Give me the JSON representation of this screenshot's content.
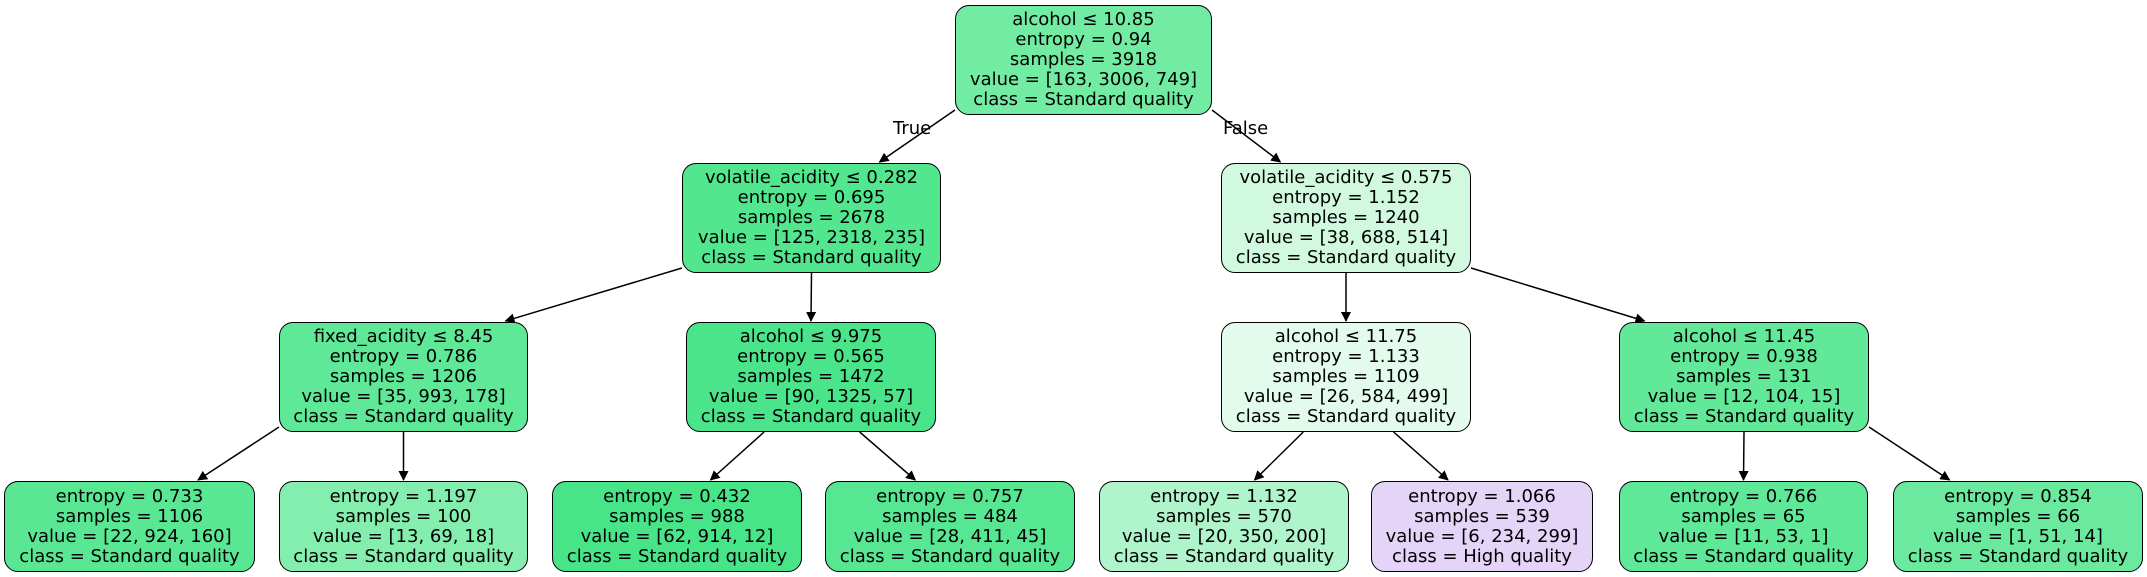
{
  "edge_labels": {
    "true_label": "True",
    "false_label": "False"
  },
  "nodes": [
    {
      "id": "n0",
      "fill": "#72ECA2",
      "lines": [
        "alcohol ≤ 10.85",
        "entropy = 0.94",
        "samples = 3918",
        "value = [163, 3006, 749]",
        "class = Standard quality"
      ]
    },
    {
      "id": "n1",
      "fill": "#52E68F",
      "lines": [
        "volatile_acidity ≤ 0.282",
        "entropy = 0.695",
        "samples = 2678",
        "value = [125, 2318, 235]",
        "class = Standard quality"
      ]
    },
    {
      "id": "n2",
      "fill": "#D0F9E0",
      "lines": [
        "volatile_acidity ≤ 0.575",
        "entropy = 1.152",
        "samples = 1240",
        "value = [38, 688, 514]",
        "class = Standard quality"
      ]
    },
    {
      "id": "n3",
      "fill": "#5EE897",
      "lines": [
        "fixed_acidity ≤ 8.45",
        "entropy = 0.786",
        "samples = 1206",
        "value = [35, 993, 178]",
        "class = Standard quality"
      ]
    },
    {
      "id": "n4",
      "fill": "#4AE58A",
      "lines": [
        "alcohol ≤ 9.975",
        "entropy = 0.565",
        "samples = 1472",
        "value = [90, 1325, 57]",
        "class = Standard quality"
      ]
    },
    {
      "id": "n5",
      "fill": "#E2FBEC",
      "lines": [
        "alcohol ≤ 11.75",
        "entropy = 1.133",
        "samples = 1109",
        "value = [26, 584, 499]",
        "class = Standard quality"
      ]
    },
    {
      "id": "n6",
      "fill": "#62E899",
      "lines": [
        "alcohol ≤ 11.45",
        "entropy = 0.938",
        "samples = 131",
        "value = [12, 104, 15]",
        "class = Standard quality"
      ]
    },
    {
      "id": "n7",
      "fill": "#5AE794",
      "lines": [
        "entropy = 0.733",
        "samples = 1106",
        "value = [22, 924, 160]",
        "class = Standard quality"
      ]
    },
    {
      "id": "n8",
      "fill": "#84EEAE",
      "lines": [
        "entropy = 1.197",
        "samples = 100",
        "value = [13, 69, 18]",
        "class = Standard quality"
      ]
    },
    {
      "id": "n9",
      "fill": "#47E588",
      "lines": [
        "entropy = 0.432",
        "samples = 988",
        "value = [62, 914, 12]",
        "class = Standard quality"
      ]
    },
    {
      "id": "n10",
      "fill": "#57E793",
      "lines": [
        "entropy = 0.757",
        "samples = 484",
        "value = [28, 411, 45]",
        "class = Standard quality"
      ]
    },
    {
      "id": "n11",
      "fill": "#AFF4CB",
      "lines": [
        "entropy = 1.132",
        "samples = 570",
        "value = [20, 350, 200]",
        "class = Standard quality"
      ]
    },
    {
      "id": "n12",
      "fill": "#E4D4F8",
      "lines": [
        "entropy = 1.066",
        "samples = 539",
        "value = [6, 234, 299]",
        "class = High quality"
      ]
    },
    {
      "id": "n13",
      "fill": "#5FE897",
      "lines": [
        "entropy = 0.766",
        "samples = 65",
        "value = [11, 53, 1]",
        "class = Standard quality"
      ]
    },
    {
      "id": "n14",
      "fill": "#6BEA9F",
      "lines": [
        "entropy = 0.854",
        "samples = 66",
        "value = [1, 51, 14]",
        "class = Standard quality"
      ]
    }
  ],
  "edges": [
    [
      "n0",
      "n1"
    ],
    [
      "n0",
      "n2"
    ],
    [
      "n1",
      "n3"
    ],
    [
      "n1",
      "n4"
    ],
    [
      "n2",
      "n5"
    ],
    [
      "n2",
      "n6"
    ],
    [
      "n3",
      "n7"
    ],
    [
      "n3",
      "n8"
    ],
    [
      "n4",
      "n9"
    ],
    [
      "n4",
      "n10"
    ],
    [
      "n5",
      "n11"
    ],
    [
      "n5",
      "n12"
    ],
    [
      "n6",
      "n13"
    ],
    [
      "n6",
      "n14"
    ]
  ]
}
